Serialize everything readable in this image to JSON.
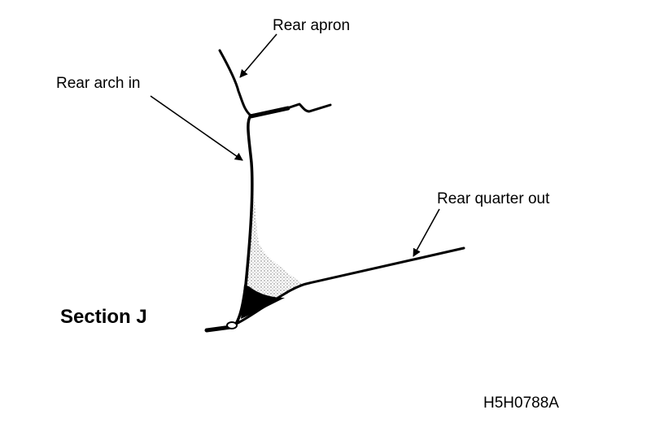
{
  "diagram": {
    "labels": {
      "rear_apron": "Rear apron",
      "rear_arch_in": "Rear arch in",
      "rear_quarter_out": "Rear quarter out"
    },
    "section_title": "Section J",
    "figure_code": "H5H0788A"
  },
  "colors": {
    "line": "#000000",
    "background": "#ffffff",
    "sealer_shading": "#b0b0b0"
  }
}
